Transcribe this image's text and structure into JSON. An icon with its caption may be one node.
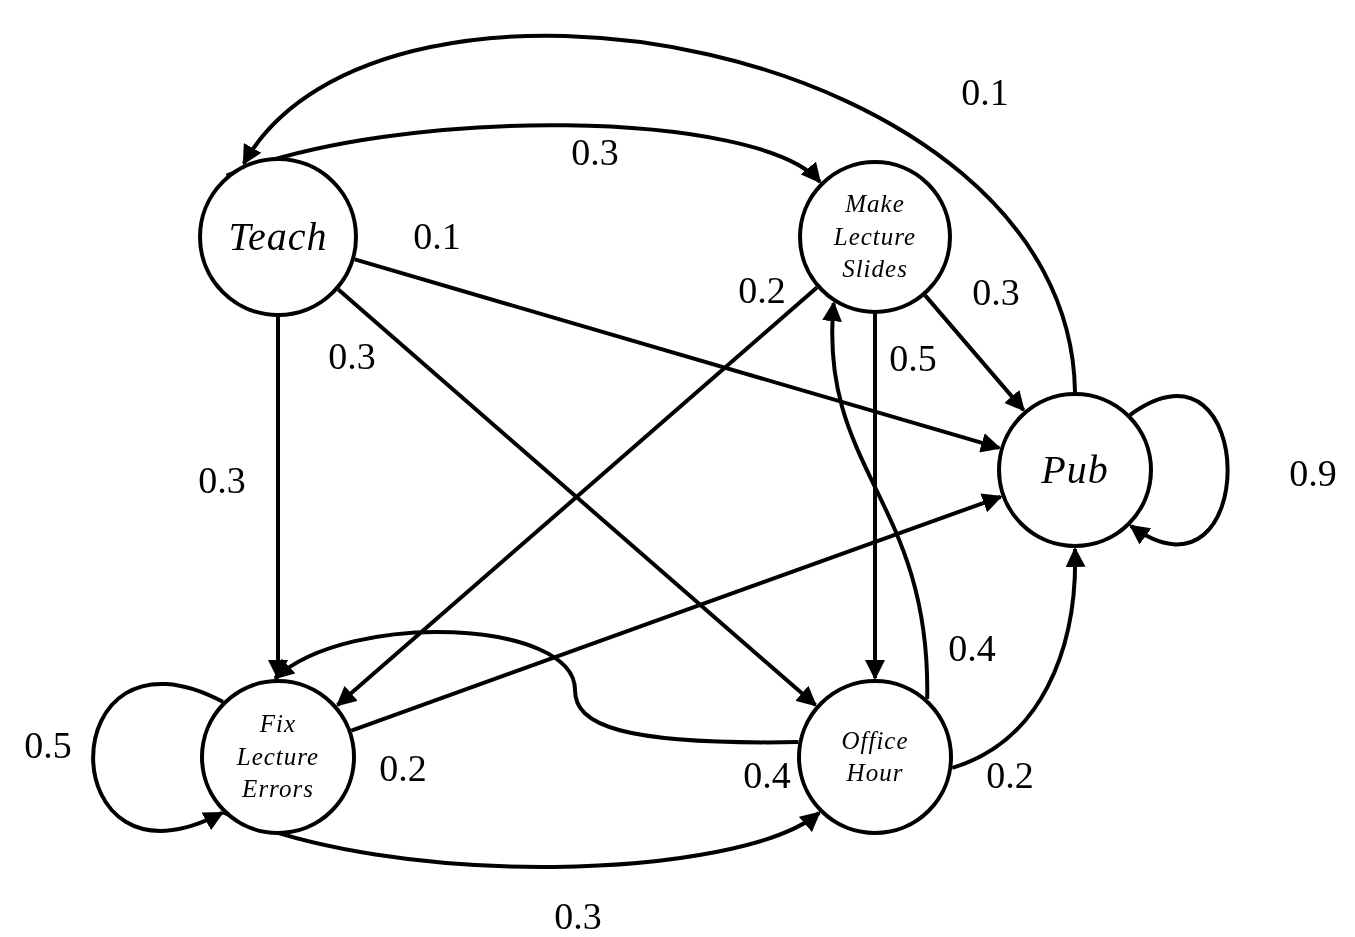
{
  "diagram": {
    "nodes": [
      {
        "text": [
          "Teach"
        ]
      },
      {
        "text": [
          "Make Lecture Slides"
        ]
      },
      {
        "text": [
          "Pub"
        ]
      },
      {
        "text": [
          "Fix Lecture Errors"
        ]
      },
      {
        "text": [
          "Office Hour"
        ]
      }
    ],
    "edges": [
      {
        "from": 0,
        "to": 1,
        "arrow": "to",
        "label": "0.3"
      },
      {
        "from": 2,
        "to": 0,
        "arrow": "to",
        "label": "0.1"
      },
      {
        "from": 0,
        "to": 2,
        "arrow": "to",
        "label": "0.1"
      },
      {
        "from": 0,
        "to": 4,
        "arrow": "to",
        "label": "0.3"
      },
      {
        "from": 0,
        "to": 3,
        "arrow": "to",
        "label": "0.3"
      },
      {
        "from": 1,
        "to": 2,
        "arrow": "to",
        "label": "0.3"
      },
      {
        "from": 1,
        "to": 4,
        "arrow": "to",
        "label": "0.5"
      },
      {
        "from": 1,
        "to": 3,
        "arrow": "to",
        "label": "0.2"
      },
      {
        "from": 4,
        "to": 1,
        "arrow": "to",
        "label": "0.4"
      },
      {
        "from": 4,
        "to": 3,
        "arrow": "to",
        "label": "0.4"
      },
      {
        "from": 3,
        "to": 2,
        "arrow": "to",
        "label": "0.2"
      },
      {
        "from": 3,
        "to": 4,
        "arrow": "to",
        "label": "0.3"
      },
      {
        "from": 4,
        "to": 2,
        "arrow": "to",
        "label": "0.2"
      },
      {
        "from": 2,
        "to": 2,
        "arrow": "to",
        "label": "0.9"
      },
      {
        "from": 3,
        "to": 3,
        "arrow": "to",
        "label": "0.5"
      }
    ]
  }
}
